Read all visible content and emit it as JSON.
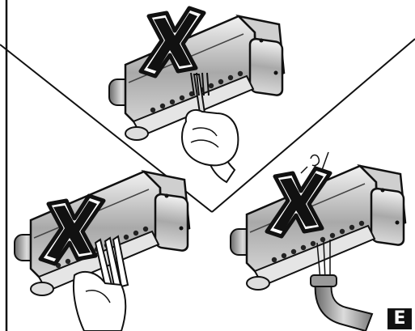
{
  "panels": [
    {
      "id": "top",
      "tool": "fork",
      "forbidden": true,
      "icon": "prohibited-x-icon"
    },
    {
      "id": "bottom-left",
      "tool": "fingers",
      "forbidden": true,
      "icon": "prohibited-x-icon"
    },
    {
      "id": "bottom-right",
      "tool": "water-hose",
      "forbidden": true,
      "icon": "prohibited-x-icon"
    }
  ],
  "language_marker": "E",
  "colors": {
    "line": "#111111",
    "shade": "#bfbfbf",
    "dark": "#555555",
    "paper": "#ffffff"
  }
}
